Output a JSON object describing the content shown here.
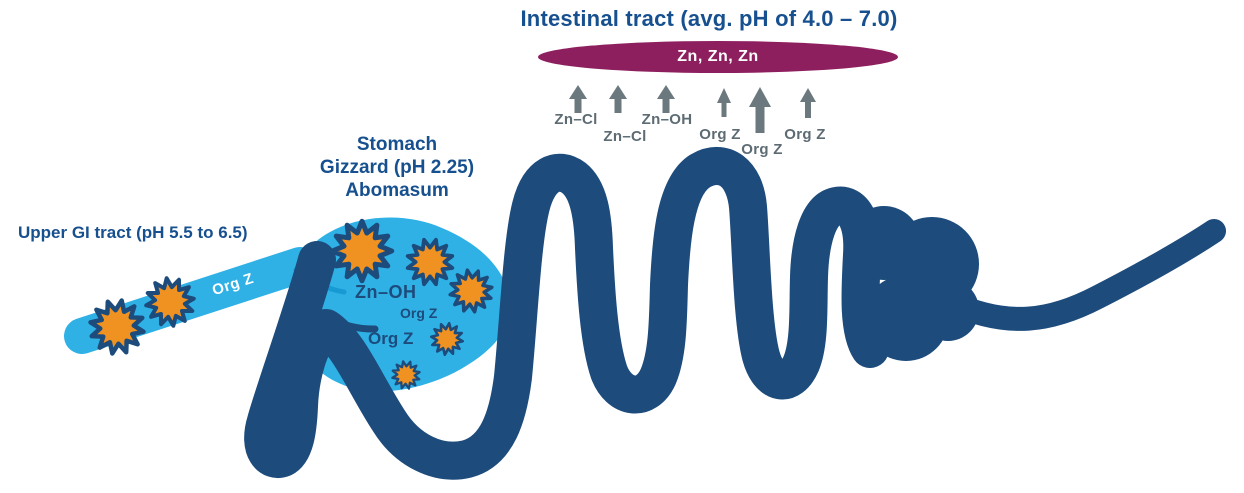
{
  "diagram": {
    "title": "Intestinal tract (avg. pH of 4.0 – 7.0)",
    "absorption_pool_label": "Zn, Zn, Zn",
    "arrow_labels": [
      "Zn–Cl",
      "Zn–Cl",
      "Zn–OH",
      "Org Z",
      "Org Z",
      "Org Z"
    ],
    "stomach": {
      "title_lines": [
        "Stomach",
        "Gizzard (pH 2.25)",
        "Abomasum"
      ],
      "zn_oh_label": "Zn–OH",
      "org_z_small_label": "Org Z",
      "org_z_large_label": "Org Z"
    },
    "upper_gi": {
      "title": "Upper GI tract (pH 5.5 to 6.5)",
      "org_z_label": "Org Z"
    },
    "colors": {
      "intestine_navy": "#1c4b7c",
      "heading_blue": "#17508f",
      "tract_light_blue": "#2fb1e6",
      "zinc_orange": "#f09222",
      "pool_magenta": "#8e1f5f",
      "label_gray": "#5d6b73"
    }
  }
}
